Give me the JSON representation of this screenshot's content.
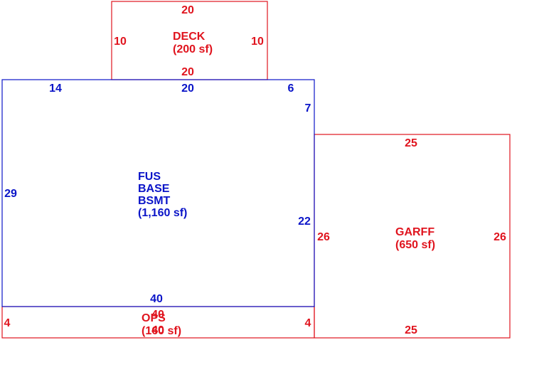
{
  "colors": {
    "red": "#e0141e",
    "blue": "#0a14c8"
  },
  "deck": {
    "name": "DECK",
    "area": "(200 sf)",
    "top": "20",
    "bottom": "20",
    "left": "10",
    "right": "10"
  },
  "main": {
    "line1": "FUS",
    "line2": "BASE",
    "line3": "BSMT",
    "area": "(1,160 sf)",
    "top_left": "14",
    "top_mid": "20",
    "top_right": "6",
    "right_upper": "7",
    "right_lower": "22",
    "left": "29",
    "bottom": "40"
  },
  "garage": {
    "name": "GARFF",
    "area": "(650 sf)",
    "top": "25",
    "bottom": "25",
    "left": "26",
    "right": "26"
  },
  "ops": {
    "name": "OPS",
    "area": "(160 sf)",
    "top": "40",
    "bottom": "40",
    "left": "4",
    "right": "4"
  }
}
